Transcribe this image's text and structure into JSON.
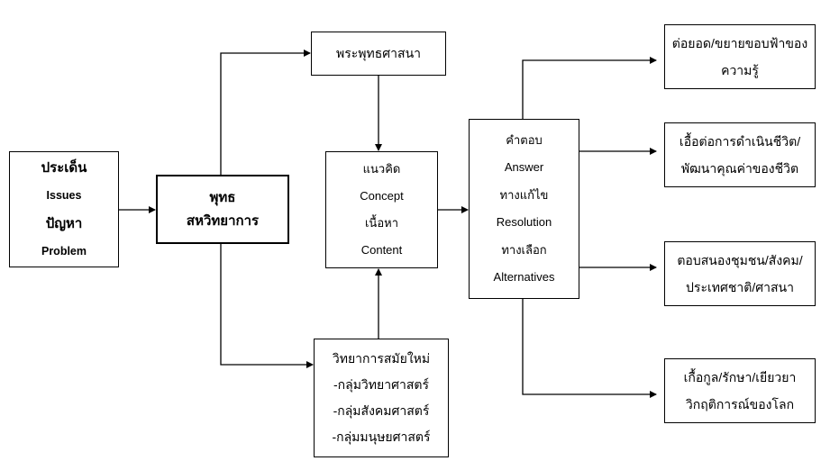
{
  "diagram": {
    "issues": {
      "lines": [
        "ประเด็น",
        "Issues",
        "ปัญหา",
        "Problem"
      ]
    },
    "buddhist_interdisciplinary": {
      "lines": [
        "พุทธ",
        "สหวิทยาการ"
      ]
    },
    "buddhism": {
      "label": "พระพุทธศาสนา"
    },
    "concept": {
      "lines": [
        "แนวคิด",
        "Concept",
        "เนื้อหา",
        "Content"
      ]
    },
    "modern_sciences": {
      "lines": [
        "วิทยาการสมัยใหม่",
        "-กลุ่มวิทยาศาสตร์",
        "-กลุ่มสังคมศาสตร์",
        "-กลุ่มมนุษยศาสตร์"
      ]
    },
    "answer": {
      "lines": [
        "คำตอบ",
        "Answer",
        "ทางแก้ไข",
        "Resolution",
        "ทางเลือก",
        "Alternatives"
      ]
    },
    "outcomes": [
      {
        "lines": [
          "ต่อยอด/ขยายขอบฟ้าของ",
          "ความรู้"
        ]
      },
      {
        "lines": [
          "เอื้อต่อการดำเนินชีวิต/",
          "พัฒนาคุณค่าของชีวิต"
        ]
      },
      {
        "lines": [
          "ตอบสนองชุมชน/สังคม/",
          "ประเทศชาติ/ศาสนา"
        ]
      },
      {
        "lines": [
          "เกื้อกูล/รักษา/เยียวยา",
          "วิกฤติการณ์ของโลก"
        ]
      }
    ],
    "colors": {
      "line": "#000000",
      "box_fill": "#ffffff",
      "text": "#000000"
    }
  }
}
